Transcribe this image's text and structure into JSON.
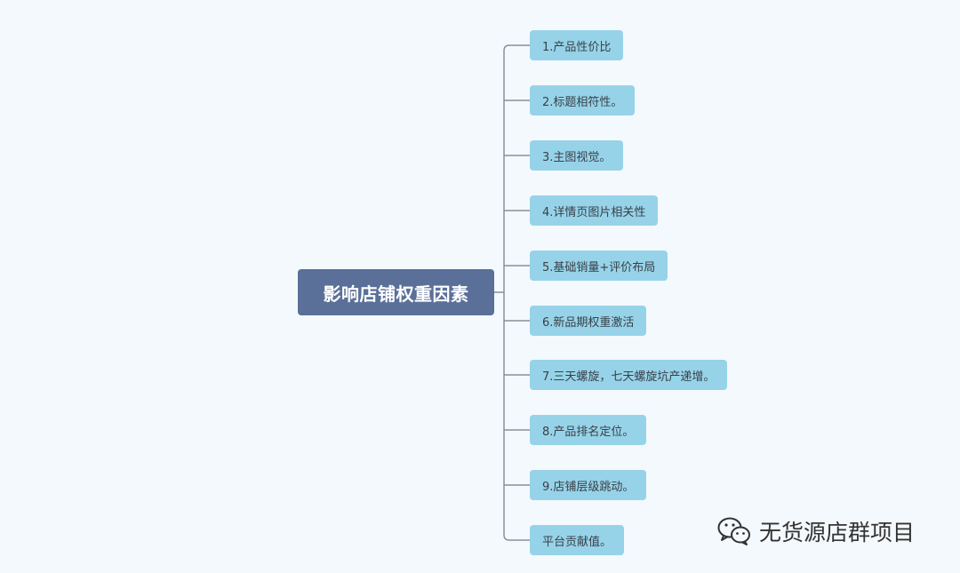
{
  "mindmap": {
    "root": "影响店铺权重因素",
    "branches": [
      "1.产品性价比",
      "2.标题相符性。",
      "3.主图视觉。",
      "4.详情页图片相关性",
      "5.基础销量+评价布局",
      "6.新品期权重激活",
      "7.三天螺旋，七天螺旋坑产递增。",
      "8.产品排名定位。",
      "9.店铺层级跳动。",
      "平台贡献值。"
    ]
  },
  "watermark": {
    "text": "无货源店群项目",
    "icon": "wechat-icon"
  },
  "colors": {
    "background": "#f4f9fd",
    "root_fill": "#5a7099",
    "branch_fill": "#96d3e8",
    "connector": "#8a8f99"
  }
}
